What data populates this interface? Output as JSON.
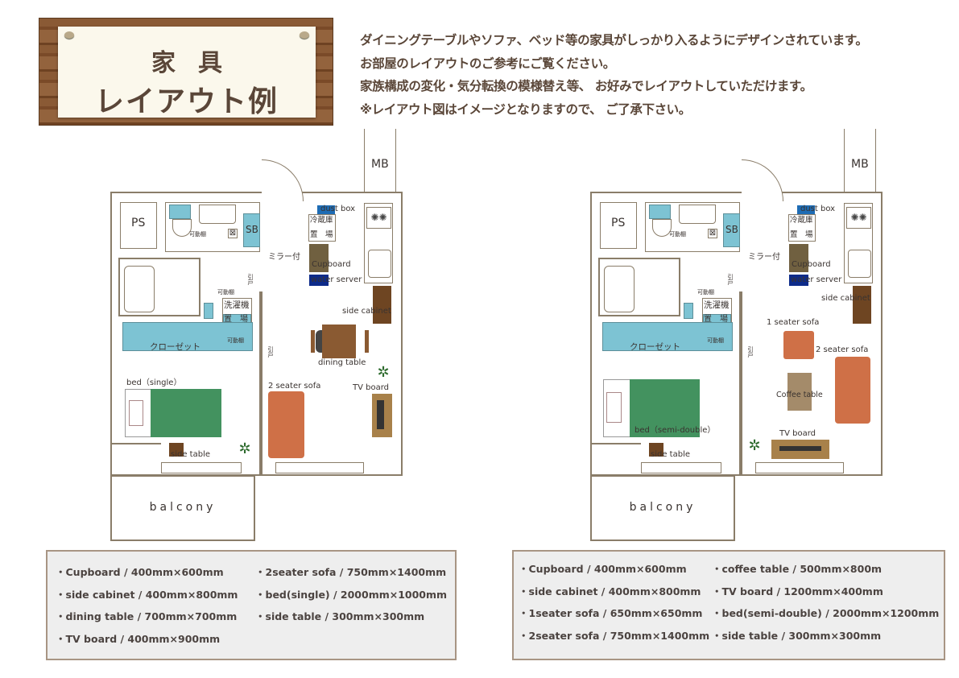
{
  "sign": {
    "line1": "家具",
    "line2": "レイアウト例"
  },
  "intro": [
    "ダイニングテーブルやソファ、ベッド等の家具がしっかり入るようにデザインされています。",
    "お部屋のレイアウトのご参考にご覧ください。",
    "家族構成の変化・気分転換の模様替え等、 お好みでレイアウトしていただけます。",
    "※レイアウト図はイメージとなりますので、 ご了承下さい。"
  ],
  "plan_labels": {
    "ps": "PS",
    "mb": "MB",
    "sb": "SB",
    "mirror": "ミラー付",
    "shelf": "可動棚",
    "washer1": "洗濯機",
    "washer2": "置　場",
    "fridge1": "冷蔵庫",
    "fridge2": "置　場",
    "closet": "クローゼット",
    "sliding": "引戸",
    "dust_box": "dust box",
    "cupboard": "Cupboard",
    "water_server": "water server",
    "side_cabinet": "side cabinet",
    "side_table": "side table",
    "tv_board": "TV board",
    "balcony": "balcony"
  },
  "plans": [
    {
      "dining_table": "dining table",
      "sofa2": "2 seater sofa",
      "bed": "bed（single）"
    },
    {
      "sofa1": "1 seater sofa",
      "sofa2": "2 seater sofa",
      "coffee_table": "Coffee table",
      "bed": "bed（semi-double）"
    }
  ],
  "specs": [
    {
      "col1": [
        "・Cupboard / 400mm×600mm",
        "・side cabinet / 400mm×800mm",
        "・dining table / 700mm×700mm",
        "・TV board / 400mm×900mm"
      ],
      "col2": [
        "・2seater sofa / 750mm×1400mm",
        "・bed(single) / 2000mm×1000mm",
        "・side table / 300mm×300mm"
      ]
    },
    {
      "col1": [
        "・Cupboard / 400mm×600mm",
        "・side cabinet / 400mm×800mm",
        "・1seater sofa / 650mm×650mm",
        "・2seater sofa / 750mm×1400mm"
      ],
      "col2": [
        "・coffee table / 500mm×800m",
        "・TV board / 1200mm×400mm",
        "・bed(semi-double) / 2000mm×1200mm",
        "・side table / 300mm×300mm"
      ]
    }
  ],
  "colors": {
    "sofa": "#cf7047",
    "bed": "#43925f",
    "cyan": "#7dc3d3",
    "cupboard": "#706040",
    "cabinet": "#6e4522",
    "tv": "#a8814a",
    "coffee": "#a48b6a"
  }
}
